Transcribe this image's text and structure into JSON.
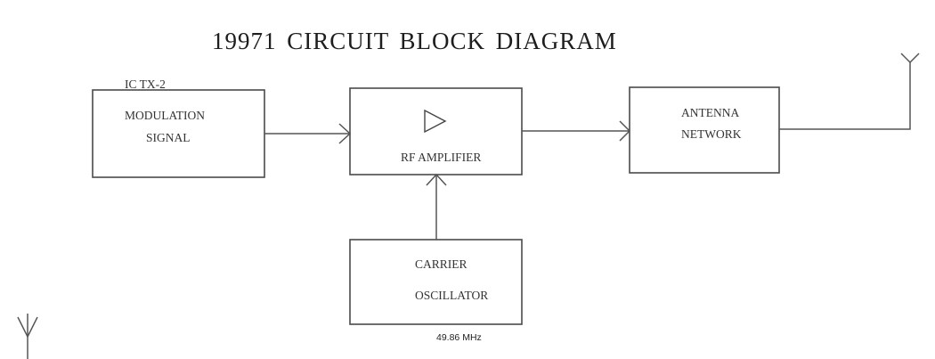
{
  "title": "19971  CIRCUIT  BLOCK  DIAGRAM",
  "blocks": {
    "modulation": {
      "tag": "IC  TX-2",
      "line1": "MODULATION",
      "line2": "SIGNAL"
    },
    "rf_amplifier": {
      "label": "RF AMPLIFIER",
      "icon": "amplifier-triangle-icon"
    },
    "antenna_network": {
      "line1": "ANTENNA",
      "line2": "NETWORK"
    },
    "carrier_oscillator": {
      "line1": "CARRIER",
      "line2": "OSCILLATOR",
      "frequency": "49.86 MHz"
    }
  },
  "connections": [
    {
      "from": "MODULATION SIGNAL",
      "to": "RF AMPLIFIER"
    },
    {
      "from": "RF AMPLIFIER",
      "to": "ANTENNA NETWORK"
    },
    {
      "from": "CARRIER OSCILLATOR",
      "to": "RF AMPLIFIER"
    },
    {
      "from": "ANTENNA NETWORK",
      "to": "antenna"
    }
  ],
  "icons": [
    "antenna-icon-output",
    "antenna-icon-bottom-left"
  ]
}
